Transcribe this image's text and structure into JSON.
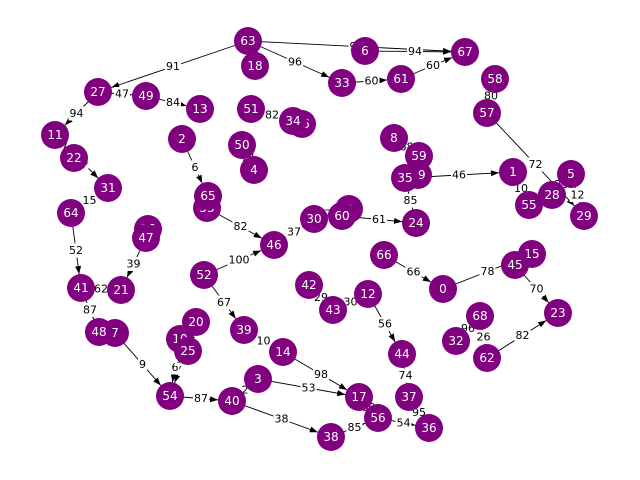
{
  "graph": {
    "node_color": "#800080",
    "label_color": "#ffffff",
    "edge_color": "#000000",
    "nodes": [
      {
        "id": "0"
      },
      {
        "id": "1"
      },
      {
        "id": "2"
      },
      {
        "id": "3"
      },
      {
        "id": "4"
      },
      {
        "id": "5"
      },
      {
        "id": "6"
      },
      {
        "id": "7"
      },
      {
        "id": "8"
      },
      {
        "id": "9"
      },
      {
        "id": "10"
      },
      {
        "id": "11"
      },
      {
        "id": "12"
      },
      {
        "id": "13"
      },
      {
        "id": "14"
      },
      {
        "id": "15"
      },
      {
        "id": "16"
      },
      {
        "id": "17"
      },
      {
        "id": "18"
      },
      {
        "id": "19"
      },
      {
        "id": "20"
      },
      {
        "id": "21"
      },
      {
        "id": "22"
      },
      {
        "id": "23"
      },
      {
        "id": "24"
      },
      {
        "id": "25"
      },
      {
        "id": "26"
      },
      {
        "id": "27"
      },
      {
        "id": "28"
      },
      {
        "id": "29"
      },
      {
        "id": "30"
      },
      {
        "id": "31"
      },
      {
        "id": "32"
      },
      {
        "id": "33"
      },
      {
        "id": "34"
      },
      {
        "id": "35"
      },
      {
        "id": "36"
      },
      {
        "id": "37"
      },
      {
        "id": "38"
      },
      {
        "id": "39"
      },
      {
        "id": "40"
      },
      {
        "id": "41"
      },
      {
        "id": "42"
      },
      {
        "id": "43"
      },
      {
        "id": "44"
      },
      {
        "id": "45"
      },
      {
        "id": "46"
      },
      {
        "id": "47"
      },
      {
        "id": "48"
      },
      {
        "id": "49"
      },
      {
        "id": "50"
      },
      {
        "id": "51"
      },
      {
        "id": "52"
      },
      {
        "id": "53"
      },
      {
        "id": "54"
      },
      {
        "id": "55"
      },
      {
        "id": "56"
      },
      {
        "id": "57"
      },
      {
        "id": "58"
      },
      {
        "id": "59"
      },
      {
        "id": "60"
      },
      {
        "id": "61"
      },
      {
        "id": "62"
      },
      {
        "id": "63"
      },
      {
        "id": "64"
      },
      {
        "id": "65"
      },
      {
        "id": "66"
      },
      {
        "id": "67"
      },
      {
        "id": "68"
      }
    ],
    "edges": [
      {
        "source": "63",
        "target": "67",
        "weight": "96"
      },
      {
        "source": "6",
        "target": "67",
        "weight": "94"
      },
      {
        "source": "63",
        "target": "27",
        "weight": "91"
      },
      {
        "source": "63",
        "target": "33",
        "weight": "96"
      },
      {
        "source": "63",
        "target": "18",
        "weight": "50"
      },
      {
        "source": "61",
        "target": "67",
        "weight": "60"
      },
      {
        "source": "27",
        "target": "49",
        "weight": "47"
      },
      {
        "source": "27",
        "target": "11",
        "weight": "94"
      },
      {
        "source": "49",
        "target": "13",
        "weight": "84"
      },
      {
        "source": "51",
        "target": "34",
        "weight": "82"
      },
      {
        "source": "11",
        "target": "22",
        "weight": "7"
      },
      {
        "source": "11",
        "target": "31",
        "weight": "63"
      },
      {
        "source": "31",
        "target": "64",
        "weight": "15"
      },
      {
        "source": "64",
        "target": "41",
        "weight": "52"
      },
      {
        "source": "41",
        "target": "48",
        "weight": "87"
      },
      {
        "source": "41",
        "target": "21",
        "weight": "62"
      },
      {
        "source": "26",
        "target": "47",
        "weight": "68"
      },
      {
        "source": "47",
        "target": "21",
        "weight": "39"
      },
      {
        "source": "65",
        "target": "53",
        "weight": "94"
      },
      {
        "source": "53",
        "target": "46",
        "weight": "82"
      },
      {
        "source": "52",
        "target": "46",
        "weight": "100"
      },
      {
        "source": "46",
        "target": "30",
        "weight": "37"
      },
      {
        "source": "42",
        "target": "43",
        "weight": "29"
      },
      {
        "source": "30",
        "target": "9",
        "weight": "78"
      },
      {
        "source": "60",
        "target": "24",
        "weight": "61"
      },
      {
        "source": "24",
        "target": "35",
        "weight": "85"
      },
      {
        "source": "66",
        "target": "0",
        "weight": "66"
      },
      {
        "source": "0",
        "target": "15",
        "weight": "78"
      },
      {
        "source": "12",
        "target": "43",
        "weight": "30"
      },
      {
        "source": "8",
        "target": "59",
        "weight": "68"
      },
      {
        "source": "59",
        "target": "19",
        "weight": "94"
      },
      {
        "source": "35",
        "target": "1",
        "weight": "46"
      },
      {
        "source": "1",
        "target": "55",
        "weight": "10"
      },
      {
        "source": "55",
        "target": "28",
        "weight": "53"
      },
      {
        "source": "28",
        "target": "5",
        "weight": "23"
      },
      {
        "source": "5",
        "target": "29",
        "weight": "12"
      },
      {
        "source": "57",
        "target": "29",
        "weight": "72"
      },
      {
        "source": "58",
        "target": "57",
        "weight": "80"
      },
      {
        "source": "15",
        "target": "45",
        "weight": "4"
      },
      {
        "source": "45",
        "target": "23",
        "weight": "70"
      },
      {
        "source": "68",
        "target": "62",
        "weight": "26"
      },
      {
        "source": "62",
        "target": "23",
        "weight": "82"
      },
      {
        "source": "32",
        "target": "68",
        "weight": "96"
      },
      {
        "source": "44",
        "target": "37",
        "weight": "74"
      },
      {
        "source": "37",
        "target": "36",
        "weight": "95"
      },
      {
        "source": "56",
        "target": "36",
        "weight": "54"
      },
      {
        "source": "17",
        "target": "56",
        "weight": "80"
      },
      {
        "source": "38",
        "target": "56",
        "weight": "85"
      },
      {
        "source": "40",
        "target": "38",
        "weight": "38"
      },
      {
        "source": "54",
        "target": "40",
        "weight": "87"
      },
      {
        "source": "3",
        "target": "40",
        "weight": "2"
      },
      {
        "source": "14",
        "target": "17",
        "weight": "98"
      },
      {
        "source": "39",
        "target": "14",
        "weight": "10"
      },
      {
        "source": "20",
        "target": "25",
        "weight": "4"
      },
      {
        "source": "10",
        "target": "54",
        "weight": "6"
      },
      {
        "source": "7",
        "target": "54",
        "weight": "9"
      },
      {
        "source": "50",
        "target": "4",
        "weight": "74"
      },
      {
        "source": "2",
        "target": "65",
        "weight": "6"
      },
      {
        "source": "16",
        "target": "34",
        "weight": "8"
      },
      {
        "source": "33",
        "target": "61",
        "weight": "60"
      },
      {
        "source": "12",
        "target": "44",
        "weight": "56"
      },
      {
        "source": "3",
        "target": "17",
        "weight": "53"
      },
      {
        "source": "20",
        "target": "54",
        "weight": "15"
      },
      {
        "source": "52",
        "target": "39",
        "weight": "67"
      }
    ]
  }
}
